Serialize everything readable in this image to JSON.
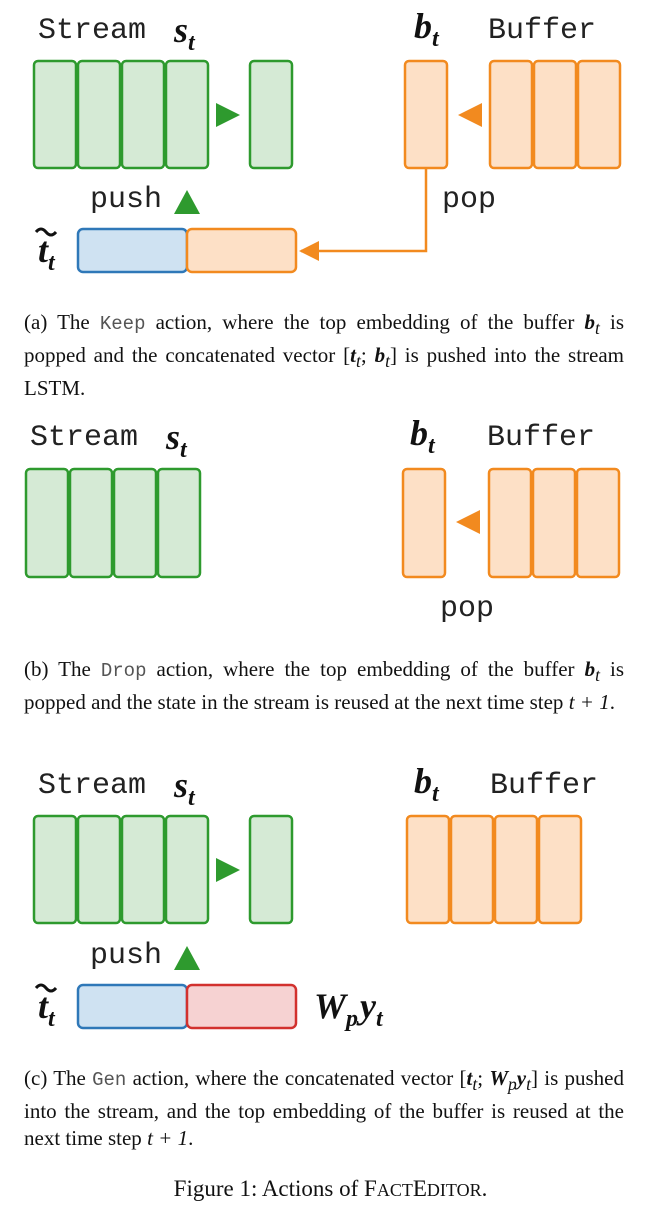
{
  "panels": [
    {
      "id": "a",
      "stream_label": "Stream",
      "buffer_label": "Buffer",
      "stream_math": "s",
      "stream_sub": "t",
      "buffer_math": "b",
      "buffer_sub": "t",
      "push_label": "push",
      "pop_label": "pop",
      "tilde_math": "t",
      "tilde_sub": "t",
      "caption": {
        "prefix": "(a) The",
        "action": "Keep",
        "text1": "action, where the top embedding of the buffer",
        "b": "b",
        "b_sub": "t",
        "text2": "is popped and the concatenated vector",
        "vec_open": "[",
        "vec_t": "t",
        "vec_t_sub": "t",
        "vec_sep": ";",
        "vec_b": "b",
        "vec_b_sub": "t",
        "vec_close": "]",
        "text3": "is pushed into the stream LSTM."
      }
    },
    {
      "id": "b",
      "stream_label": "Stream",
      "buffer_label": "Buffer",
      "stream_math": "s",
      "stream_sub": "t",
      "buffer_math": "b",
      "buffer_sub": "t",
      "pop_label": "pop",
      "caption": {
        "prefix": "(b) The",
        "action": "Drop",
        "text1": "action, where the top embedding of the buffer",
        "b": "b",
        "b_sub": "t",
        "text2": "is popped and the state in the stream is reused at the next time step",
        "step": "t + 1",
        "end": "."
      }
    },
    {
      "id": "c",
      "stream_label": "Stream",
      "buffer_label": "Buffer",
      "stream_math": "s",
      "stream_sub": "t",
      "buffer_math": "b",
      "buffer_sub": "t",
      "push_label": "push",
      "tilde_math": "t",
      "tilde_sub": "t",
      "w_math": "W",
      "w_sub": "p",
      "y_math": "y",
      "y_sub": "t",
      "caption": {
        "prefix": "(c) The",
        "action": "Gen",
        "text1": "action, where the concatenated vector",
        "vec_open": "[",
        "vec_t": "t",
        "vec_t_sub": "t",
        "vec_sep": ";",
        "vec_w": "W",
        "vec_w_sub": "p",
        "vec_y": "y",
        "vec_y_sub": "t",
        "vec_close": "]",
        "text2": "is pushed into the stream, and the top embedding of the buffer is reused at the next time step",
        "step": "t + 1",
        "end": "."
      }
    }
  ],
  "figure_caption": {
    "prefix": "Figure 1: Actions of",
    "name_f": "F",
    "name_act": "ACT",
    "name_e": "E",
    "name_ditor": "DITOR",
    "end": "."
  },
  "colors": {
    "green_fill": "#d5ead5",
    "green_stroke": "#2e9a2e",
    "orange_fill": "#fde0c6",
    "orange_stroke": "#f28a1f",
    "blue_fill": "#cfe2f2",
    "blue_stroke": "#2f78b8",
    "red_fill": "#f6d2d2",
    "red_stroke": "#d2312e"
  }
}
